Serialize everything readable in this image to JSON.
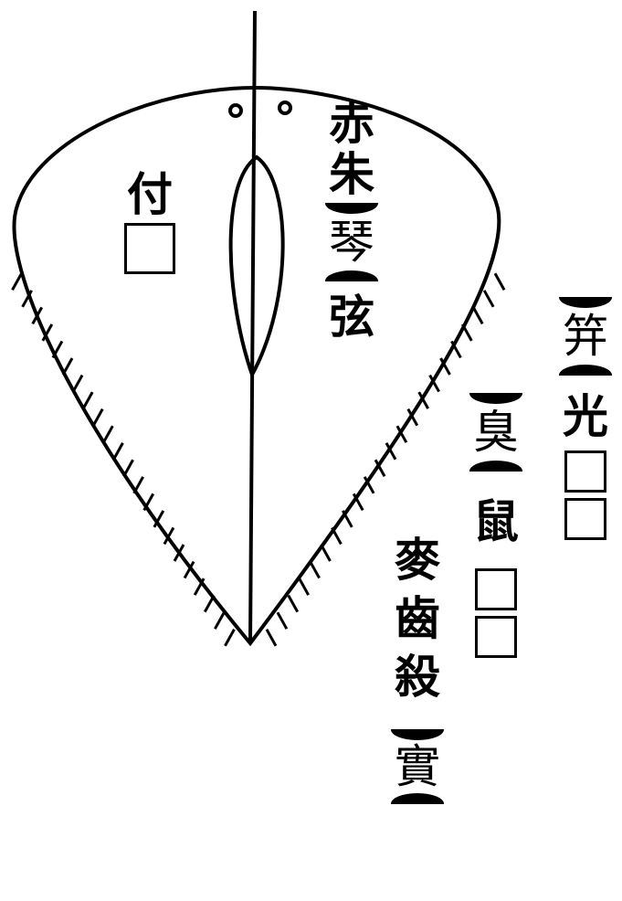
{
  "labels": {
    "left_inner": "付",
    "center_col": [
      "赤",
      "朱",
      "琴",
      "弦"
    ],
    "col_shan": "麥",
    "col_shan_2": "齒",
    "col_shan_3": "殺",
    "col_shan_bracket": "實",
    "col_mid_bracket": "臭",
    "col_mid": "鼠",
    "col_right_bracket": "笄",
    "col_right": "光"
  },
  "colors": {
    "ink": "#000000",
    "paper": "#ffffff"
  }
}
